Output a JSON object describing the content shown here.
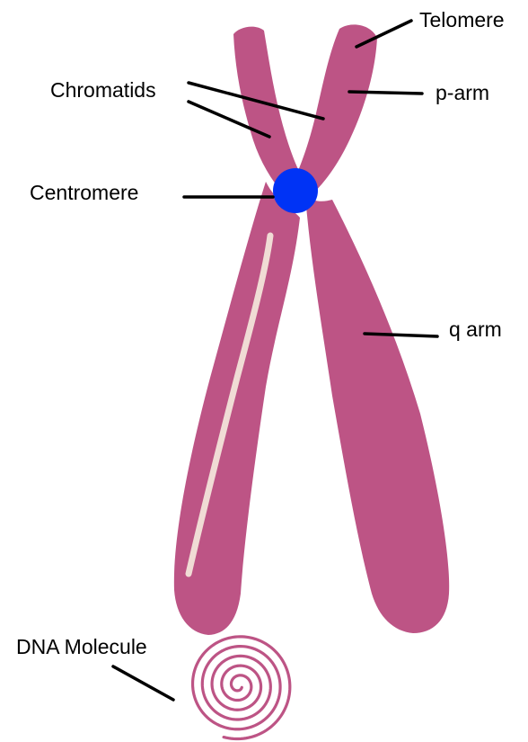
{
  "diagram": {
    "labels": {
      "telomere": "Telomere",
      "chromatids": "Chromatids",
      "p_arm": "p-arm",
      "centromere": "Centromere",
      "q_arm": "q arm",
      "dna_molecule": "DNA Molecule"
    },
    "colors": {
      "chromatid": "#bd5485",
      "centromere": "#0033f5",
      "highlight": "#f0dcd5",
      "leader": "#000000",
      "background": "#ffffff"
    }
  }
}
